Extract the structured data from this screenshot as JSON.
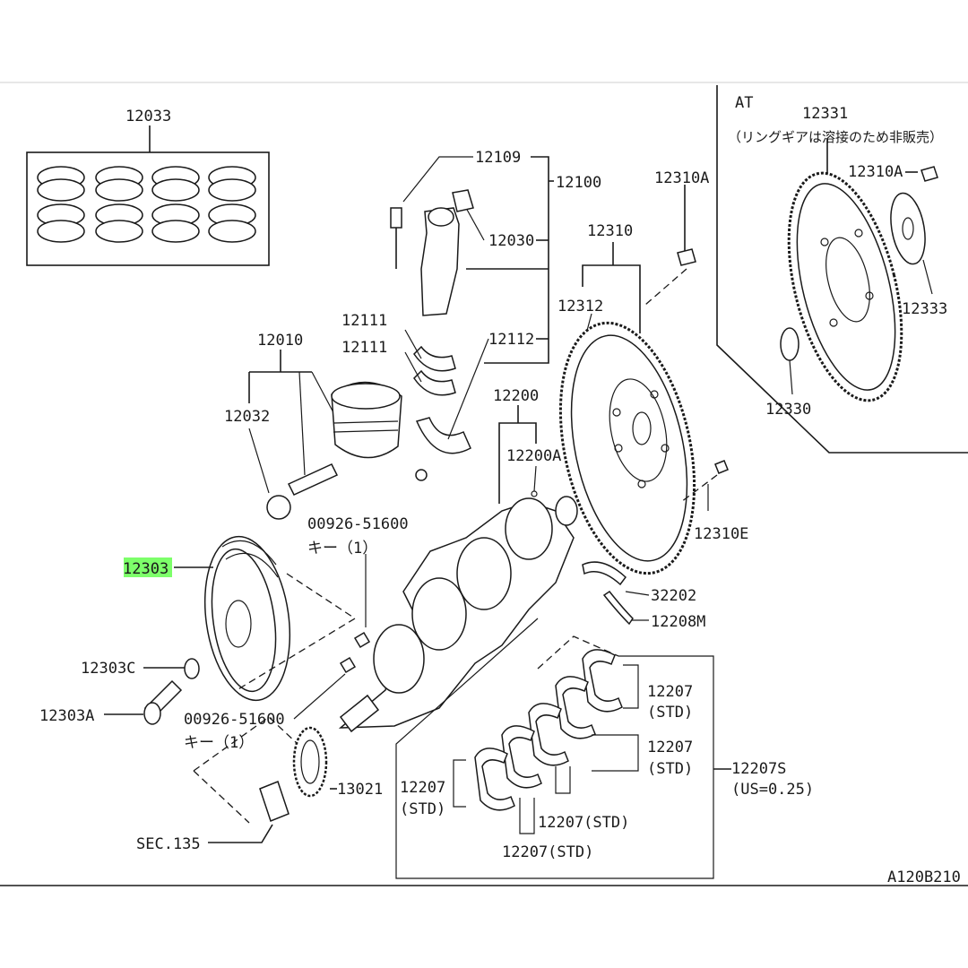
{
  "diagram": {
    "section_at": "AT",
    "note_at": "（リングギアは溶接のため非販売）",
    "drawing_id": "A120B210",
    "highlighted_part": "12303",
    "parts": {
      "p12033": "12033",
      "p12109": "12109",
      "p12100": "12100",
      "p12030": "12030",
      "p12310A_1": "12310A",
      "p12310": "12310",
      "p12312": "12312",
      "p12111a": "12111",
      "p12111b": "12111",
      "p12112": "12112",
      "p12010": "12010",
      "p12032": "12032",
      "p12200": "12200",
      "p12200A": "12200A",
      "p12310E": "12310E",
      "p00926a": "00926-51600",
      "key_a": "キー（1）",
      "p12303": "12303",
      "p32202": "32202",
      "p12208M": "12208M",
      "p12303C": "12303C",
      "p12303A": "12303A",
      "p00926b": "00926-51600",
      "key_b": "キー（1）",
      "p12207_1": "12207",
      "std_1": "(STD)",
      "p12207_2": "12207",
      "std_2": "(STD)",
      "p12207S": "12207S",
      "us_025": "(US=0.25)",
      "p12207_3": "12207",
      "std_3": "(STD)",
      "p13021": "13021",
      "p12207_4": "12207(STD)",
      "p12207_5": "12207(STD)",
      "sec135": "SEC.135",
      "p12331": "12331",
      "p12310A_2": "12310A",
      "p12333": "12333",
      "p12330": "12330"
    }
  }
}
